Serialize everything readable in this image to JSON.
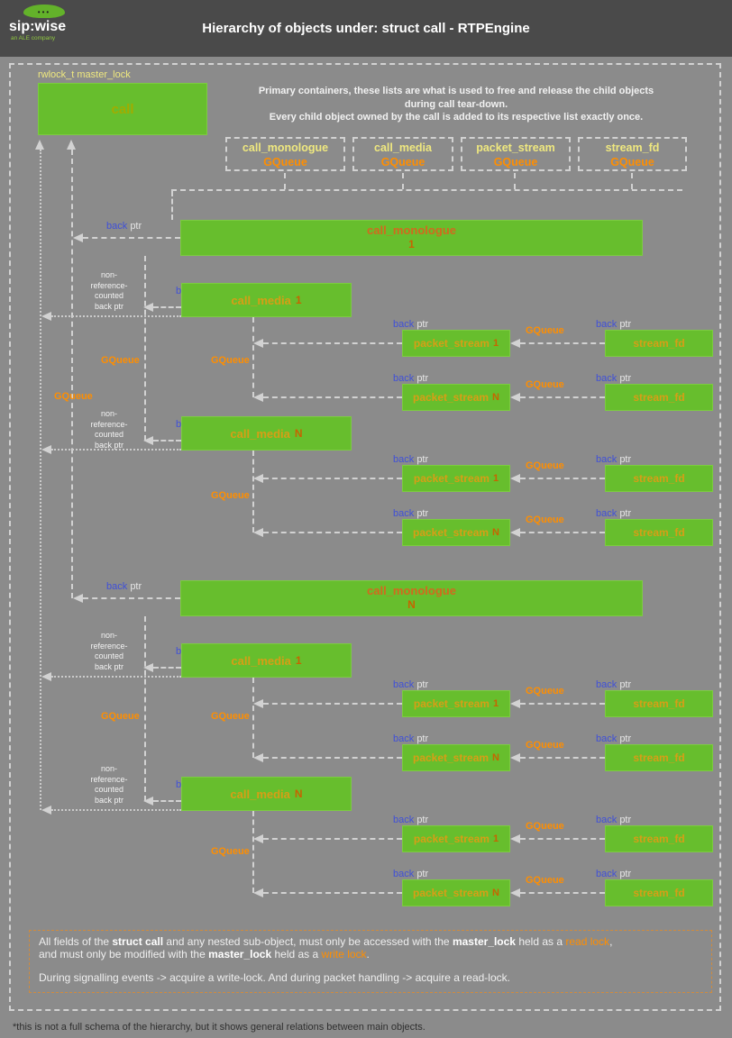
{
  "header": {
    "title": "Hierarchy of objects under: struct call - RTPEngine",
    "logo_text": "sip:wise",
    "logo_sub": "an ALE company"
  },
  "master_lock_label": "rwlock_t master_lock",
  "call_label": "call",
  "intro": {
    "line1": "Primary containers, these lists are what is used to free and release the child objects",
    "line2": "during call tear-down.",
    "line3": "Every child object owned by the call is added to its respective list exactly once."
  },
  "queue_boxes": [
    {
      "name": "call_monologue",
      "sub": "GQueue"
    },
    {
      "name": "call_media",
      "sub": "GQueue"
    },
    {
      "name": "packet_stream",
      "sub": "GQueue"
    },
    {
      "name": "stream_fd",
      "sub": "GQueue"
    }
  ],
  "labels": {
    "back": "back",
    "ptr": "ptr",
    "gqueue": "GQueue",
    "nonref": [
      "non-",
      "reference-",
      "counted",
      "back ptr"
    ]
  },
  "groups": [
    {
      "name": "call_monologue",
      "number": "1",
      "medias": [
        {
          "name": "call_media",
          "number": "1",
          "streams": [
            {
              "ps": "packet_stream",
              "psnum": "1",
              "sf": "stream_fd"
            },
            {
              "ps": "packet_stream",
              "psnum": "N",
              "sf": "stream_fd"
            }
          ]
        },
        {
          "name": "call_media",
          "number": "N",
          "streams": [
            {
              "ps": "packet_stream",
              "psnum": "1",
              "sf": "stream_fd"
            },
            {
              "ps": "packet_stream",
              "psnum": "N",
              "sf": "stream_fd"
            }
          ]
        }
      ]
    },
    {
      "name": "call_monologue",
      "number": "N",
      "medias": [
        {
          "name": "call_media",
          "number": "1",
          "streams": [
            {
              "ps": "packet_stream",
              "psnum": "1",
              "sf": "stream_fd"
            },
            {
              "ps": "packet_stream",
              "psnum": "N",
              "sf": "stream_fd"
            }
          ]
        },
        {
          "name": "call_media",
          "number": "N",
          "streams": [
            {
              "ps": "packet_stream",
              "psnum": "1",
              "sf": "stream_fd"
            },
            {
              "ps": "packet_stream",
              "psnum": "N",
              "sf": "stream_fd"
            }
          ]
        }
      ]
    }
  ],
  "note": {
    "l1a": "All fields of the ",
    "l1b": "struct call",
    "l1c": " and any nested sub-object, must only be accessed with the ",
    "l1d": "master_lock",
    "l1e": " held as a ",
    "l1f": "read lock",
    "l1g": ",",
    "l2a": "and must only be modified with the ",
    "l2b": "master_lock",
    "l2c": " held as a ",
    "l2d": "write lock",
    "l2e": ".",
    "l3": "During signalling events -> acquire a write-lock. And during packet handling -> acquire a read-lock."
  },
  "footnote": "*this is not a full schema of the hierarchy, but it shows general relations between main objects.",
  "colors": {
    "page_gray": "#8b8b8b",
    "header_gray": "#4a4a4a",
    "box_green": "#67be2d",
    "bar_label_orange": "#d2691e",
    "box_label_gold": "#d79e16",
    "number_orange": "#c76400",
    "call_label_olive": "#a2ac00",
    "pale_yellow": "#efe87f",
    "gqueue_orange": "#ff8e00",
    "back_ptr_blue": "#4050d8",
    "line_gray": "#d2d2d2",
    "note_border_orange": "#cf8b3e"
  }
}
